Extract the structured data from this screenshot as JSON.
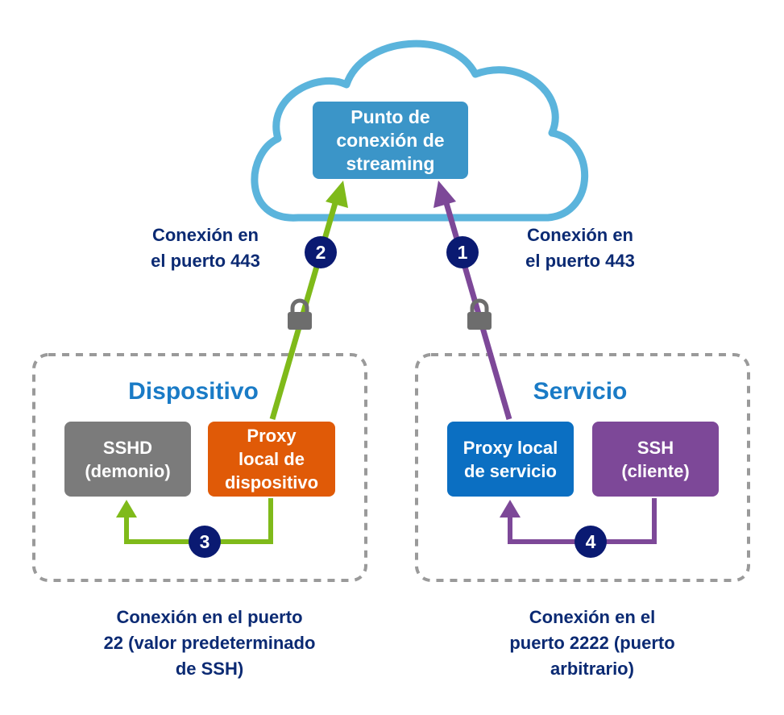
{
  "cloud": {
    "endpoint_label": "Punto de\nconexión de\nstreaming"
  },
  "captions": {
    "left_top": "Conexión en\nel puerto 443",
    "right_top": "Conexión en\nel puerto 443",
    "left_bottom": "Conexión en el puerto\n22 (valor predeterminado\nde SSH)",
    "right_bottom": "Conexión en el\npuerto 2222 (puerto\narbitrario)"
  },
  "device_zone": {
    "title": "Dispositivo",
    "sshd_label": "SSHD\n(demonio)",
    "proxy_label": "Proxy\nlocal de\ndispositivo"
  },
  "service_zone": {
    "title": "Servicio",
    "proxy_label": "Proxy local\nde servicio",
    "ssh_label": "SSH\n(cliente)"
  },
  "steps": [
    "1",
    "2",
    "3",
    "4"
  ],
  "colors": {
    "cloud_outline": "#5bb4dc",
    "endpoint": "#3b95c8",
    "device_flow": "#7fba1a",
    "service_flow": "#7d4898",
    "sshd": "#7b7b7b",
    "device_proxy": "#e05a07",
    "service_proxy": "#0b6fc2",
    "ssh_client": "#7d4898",
    "badge": "#0a1a72",
    "caption_text": "#0b2a73",
    "zone_title": "#1a7bc6",
    "lock": "#6d6d6d",
    "zone_border": "#9a9a9a"
  },
  "icons": {
    "lock": "padlock-icon",
    "cloud": "cloud-icon"
  }
}
